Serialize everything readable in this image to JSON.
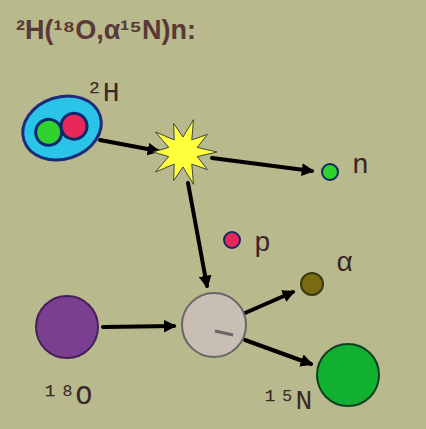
{
  "diagram": {
    "title": "²H(¹⁸O,α¹⁵N)n:",
    "nodes": [
      {
        "text": [
          "²H"
        ]
      },
      {
        "text": [
          "n"
        ]
      },
      {
        "text": [
          "p"
        ]
      },
      {
        "text": [
          "¹⁸O"
        ]
      },
      {
        "text": [
          "α"
        ]
      },
      {
        "text": [
          "¹⁵N"
        ]
      }
    ]
  }
}
